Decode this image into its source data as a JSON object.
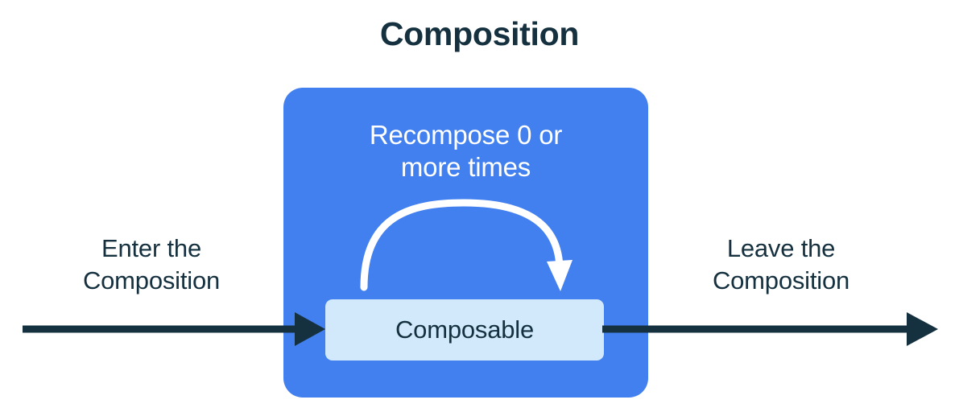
{
  "title": "Composition",
  "colors": {
    "background": "#ffffff",
    "title_text": "#15303f",
    "composition_box": "#4280f0",
    "composable_box": "#d1e9fb",
    "composable_text": "#15303f",
    "recompose_text": "#ffffff",
    "arrow": "#15303f",
    "loop_arrow": "#ffffff",
    "caption_text": "#15303f"
  },
  "composition": {
    "recompose_label_line1": "Recompose 0 or",
    "recompose_label_line2": "more times",
    "recompose_label": "Recompose 0 or more times",
    "composable_label": "Composable",
    "loop_arrow_name": "recompose-loop-arrow"
  },
  "flow": {
    "enter_label_line1": "Enter the",
    "enter_label_line2": "Composition",
    "enter_label": "Enter the Composition",
    "leave_label_line1": "Leave the",
    "leave_label_line2": "Composition",
    "leave_label": "Leave the Composition"
  }
}
